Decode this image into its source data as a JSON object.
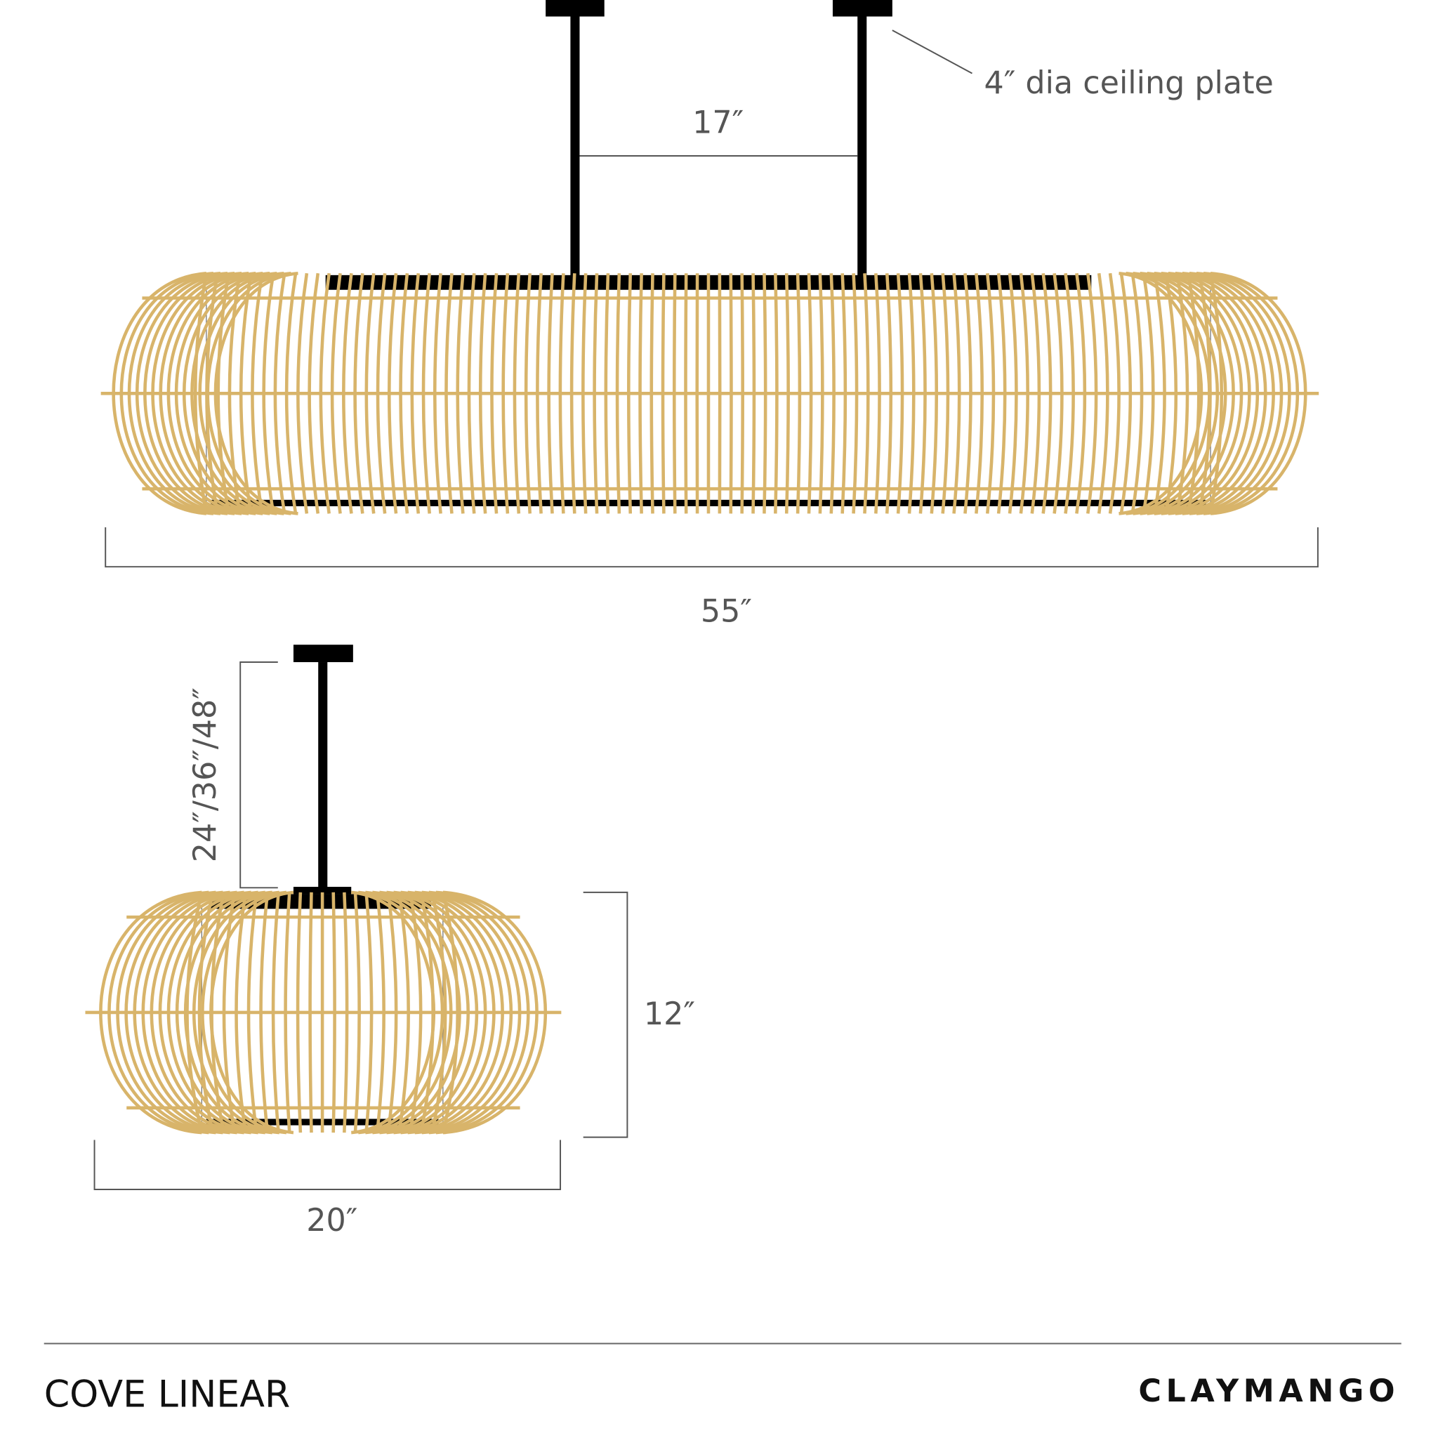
{
  "colors": {
    "rattan": "#D8B46A",
    "metal": "#000000",
    "dimension": "#555555"
  },
  "dimensions": {
    "rod_spacing": "17″",
    "ceiling_plate": "4″ dia ceiling plate",
    "length": "55″",
    "drop_length": "24″/36″/48″",
    "height": "12″",
    "width": "20″"
  },
  "footer": {
    "product_name": "COVE LINEAR",
    "brand": "CLAYMANGO"
  }
}
